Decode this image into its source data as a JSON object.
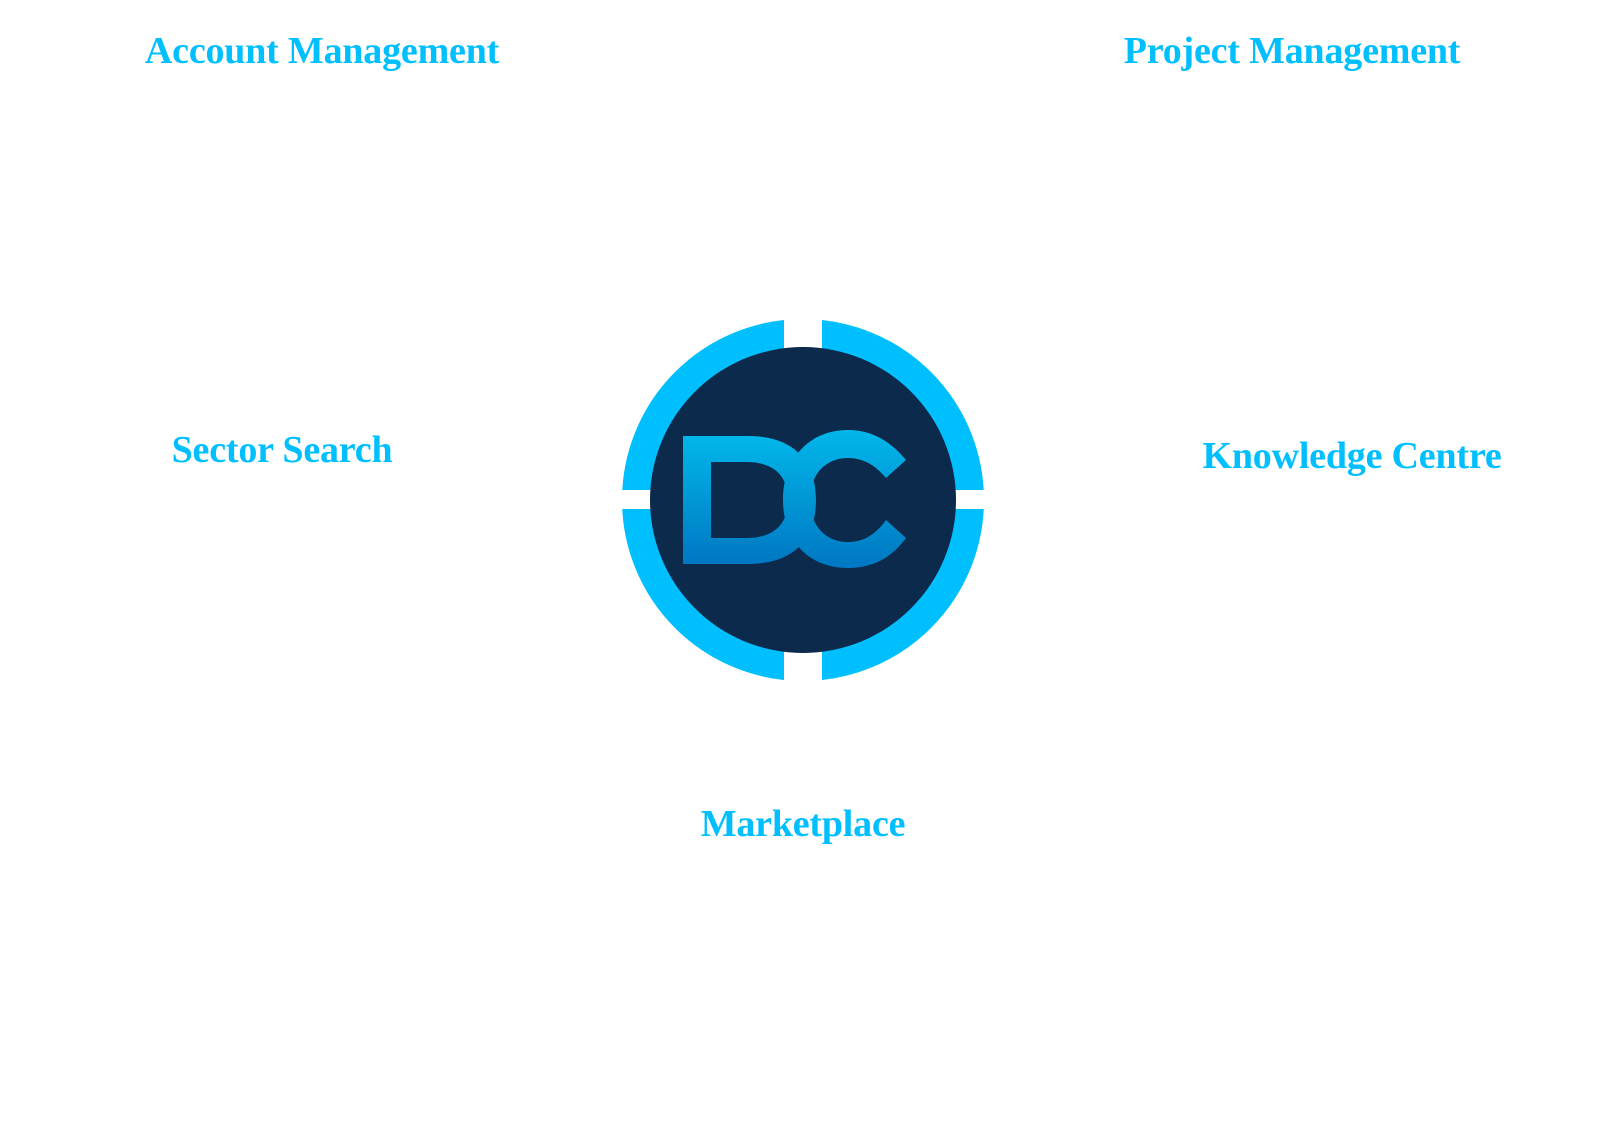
{
  "modules": {
    "account_management": "Account Management",
    "project_management": "Project Management",
    "sector_search": "Sector Search",
    "knowledge_centre": "Knowledge Centre",
    "marketplace": "Marketplace"
  },
  "logo": {
    "text": "DC"
  },
  "colors": {
    "accent": "#00bfff",
    "logo_background": "#0b2a4c",
    "logo_letters_top": "#00b7ea",
    "logo_letters_bottom": "#0077c2",
    "page_background": "#ffffff"
  }
}
